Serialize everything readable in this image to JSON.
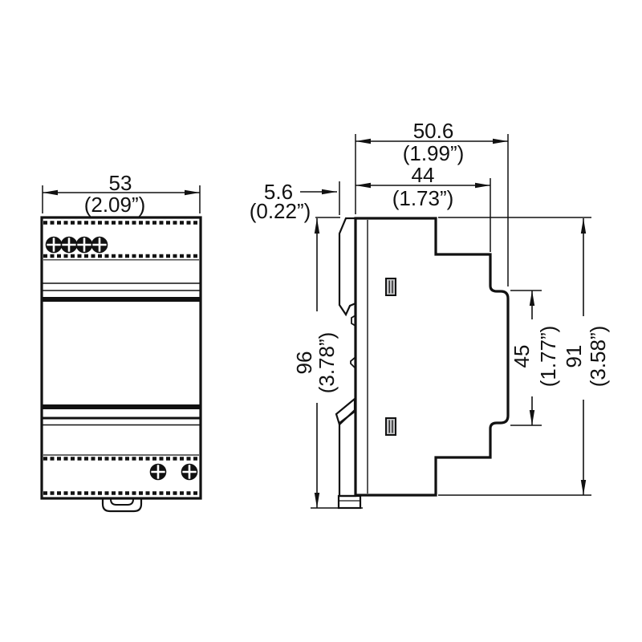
{
  "colors": {
    "body_fill": "#c5c6c8",
    "line": "#111111",
    "background": "#ffffff"
  },
  "front_view": {
    "width": {
      "mm": "53",
      "inches": "(2.09”)"
    }
  },
  "side_view": {
    "overall_depth": {
      "mm": "50.6",
      "inches": "(1.99”)"
    },
    "body_depth": {
      "mm": "44",
      "inches": "(1.73”)"
    },
    "rear_clip_depth": {
      "mm": "5.6",
      "inches": "(0.22”)"
    },
    "overall_height": {
      "mm": "96",
      "inches": "(3.78”)"
    },
    "front_face_height": {
      "mm": "45",
      "inches": "(1.77”)"
    },
    "body_height": {
      "mm": "91",
      "inches": "(3.58”)"
    }
  }
}
